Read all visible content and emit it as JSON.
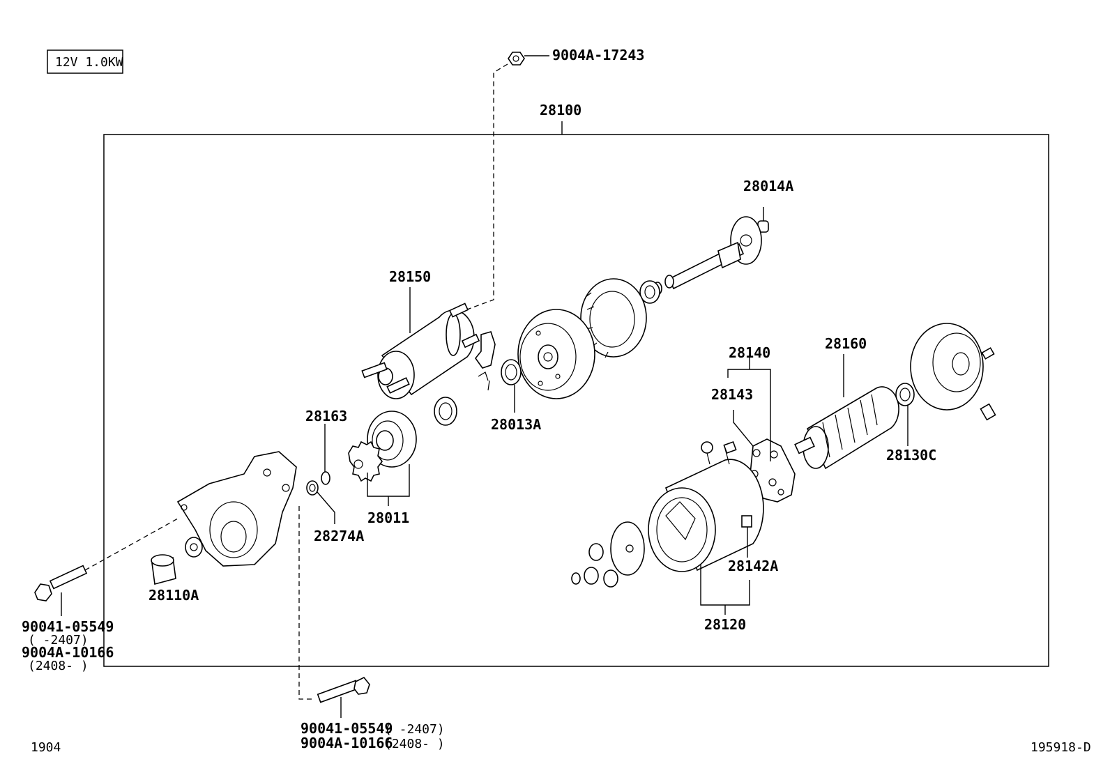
{
  "spec_box": "12V 1.0KW",
  "footer": {
    "left": "1904",
    "right": "195918-D"
  },
  "labels": {
    "p9004A_17243": "9004A-17243",
    "p28100": "28100",
    "p28014A": "28014A",
    "p28150": "28150",
    "p28013A": "28013A",
    "p28163": "28163",
    "p28011": "28011",
    "p28274A": "28274A",
    "p28110A": "28110A",
    "p28140": "28140",
    "p28143": "28143",
    "p28160": "28160",
    "p28130C": "28130C",
    "p28142A": "28142A",
    "p28120": "28120"
  },
  "bolt_left": {
    "line1": "90041-05549",
    "line2": "(     -2407)",
    "line3": "9004A-10166",
    "line4": "(2408-     )"
  },
  "bolt_bottom": {
    "line1_part": "90041-05549",
    "line1_range": "(      -2407)",
    "line2_part": "9004A-10166",
    "line2_range": "(2408-      )"
  }
}
